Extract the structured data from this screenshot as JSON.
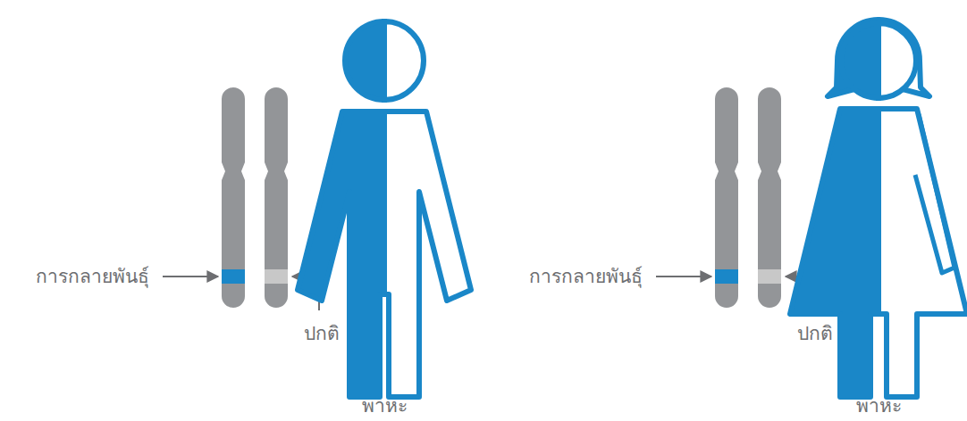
{
  "diagram": {
    "nodes": [
      {
        "text": [
          "พาหะ"
        ]
      },
      {
        "text": [
          "พาหะ"
        ]
      }
    ],
    "labels": [
      "การกลายพันธุ์",
      "ปกติ",
      "การกลายพันธุ์",
      "ปกติ"
    ]
  }
}
